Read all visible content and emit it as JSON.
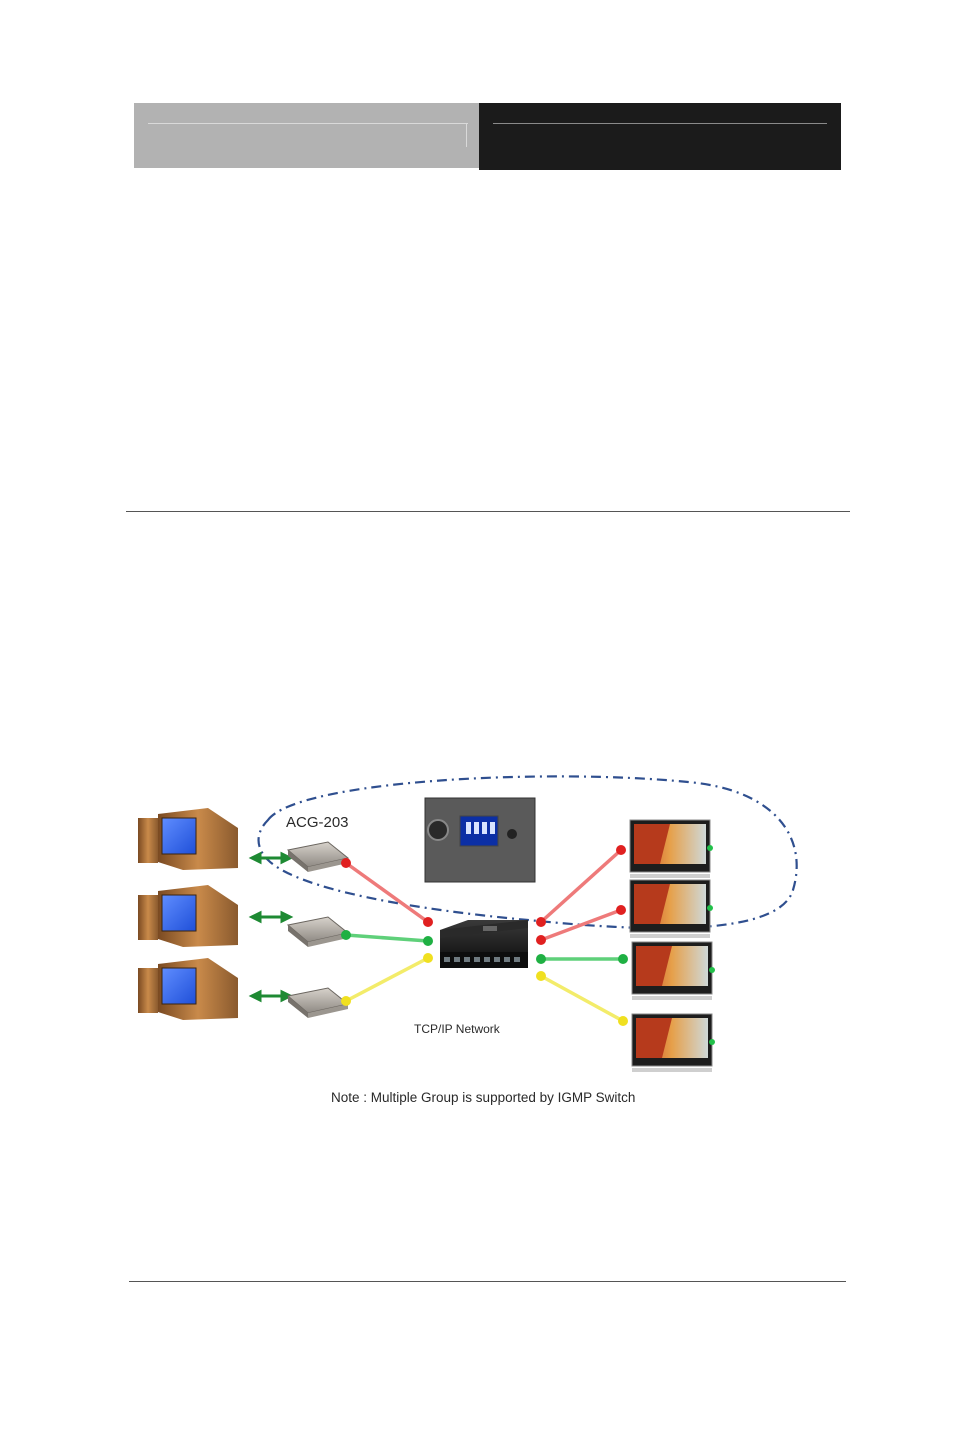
{
  "diagram": {
    "device_label": "ACG-203",
    "network_label": "TCP/IP Network",
    "note": "Note : Multiple  Group  is supported  by IGMP Switch"
  },
  "colors": {
    "red": "#e23a3a",
    "green": "#2eb04a",
    "yellow": "#f2e43a",
    "dash": "#2f4f8f",
    "screen": "#2e6bff"
  }
}
